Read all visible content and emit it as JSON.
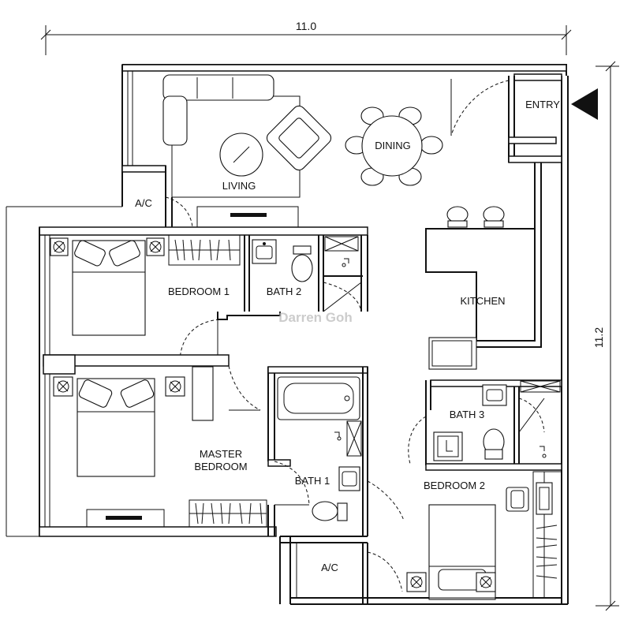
{
  "dimensions": {
    "width": "11.0",
    "height": "11.2"
  },
  "rooms": {
    "entry": "ENTRY",
    "living": "LIVING",
    "dining": "DINING",
    "ac_top": "A/C",
    "bedroom1": "BEDROOM 1",
    "bath2": "BATH 2",
    "kitchen": "KITCHEN",
    "bath3": "BATH 3",
    "master_line1": "MASTER",
    "master_line2": "BEDROOM",
    "bath1": "BATH 1",
    "bedroom2": "BEDROOM 2",
    "ac_bottom": "A/C"
  },
  "watermark": "Darren Goh"
}
